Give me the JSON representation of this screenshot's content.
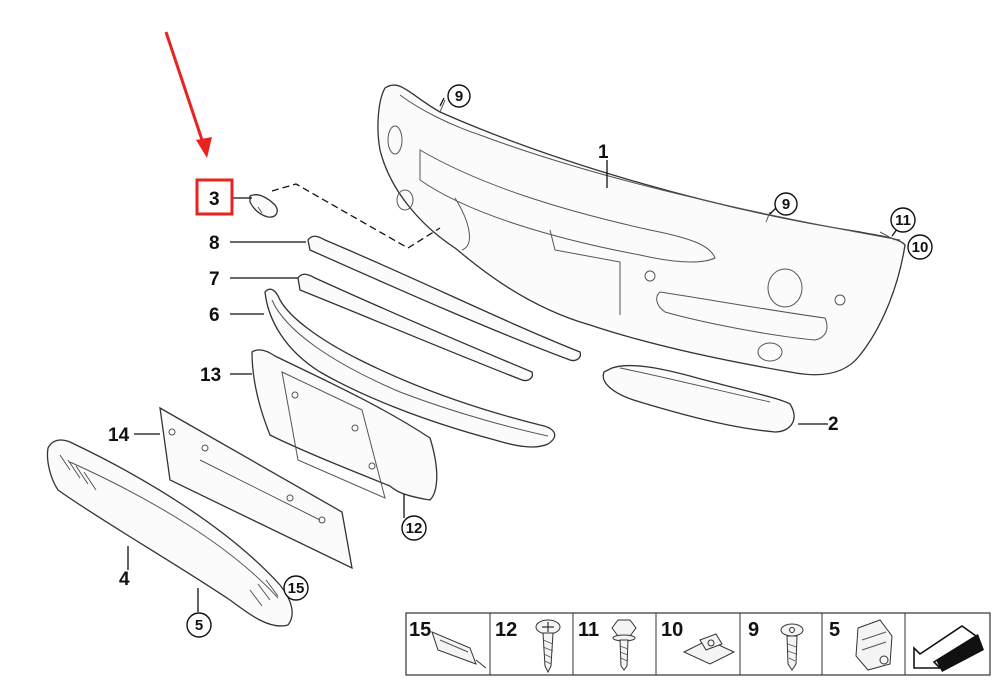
{
  "highlight": {
    "part_number": "3",
    "arrow_color": "#e8231f",
    "box_color": "#e8231f"
  },
  "callouts": {
    "p1": "1",
    "p2": "2",
    "p3": "3",
    "p4": "4",
    "p6": "6",
    "p7": "7",
    "p8": "8",
    "p13": "13",
    "p14": "14",
    "c9a": "9",
    "c9b": "9",
    "c10": "10",
    "c11": "11",
    "c12": "12",
    "c15": "15",
    "c5": "5"
  },
  "legend": {
    "items": [
      {
        "number": "15",
        "icon": "clip-bracket-icon"
      },
      {
        "number": "12",
        "icon": "phillips-screw-icon"
      },
      {
        "number": "11",
        "icon": "hex-bolt-icon"
      },
      {
        "number": "10",
        "icon": "clip-nut-icon"
      },
      {
        "number": "9",
        "icon": "expanding-rivet-icon"
      },
      {
        "number": "5",
        "icon": "spring-clip-icon"
      }
    ],
    "last_icon": "assembly-arrow-icon"
  }
}
